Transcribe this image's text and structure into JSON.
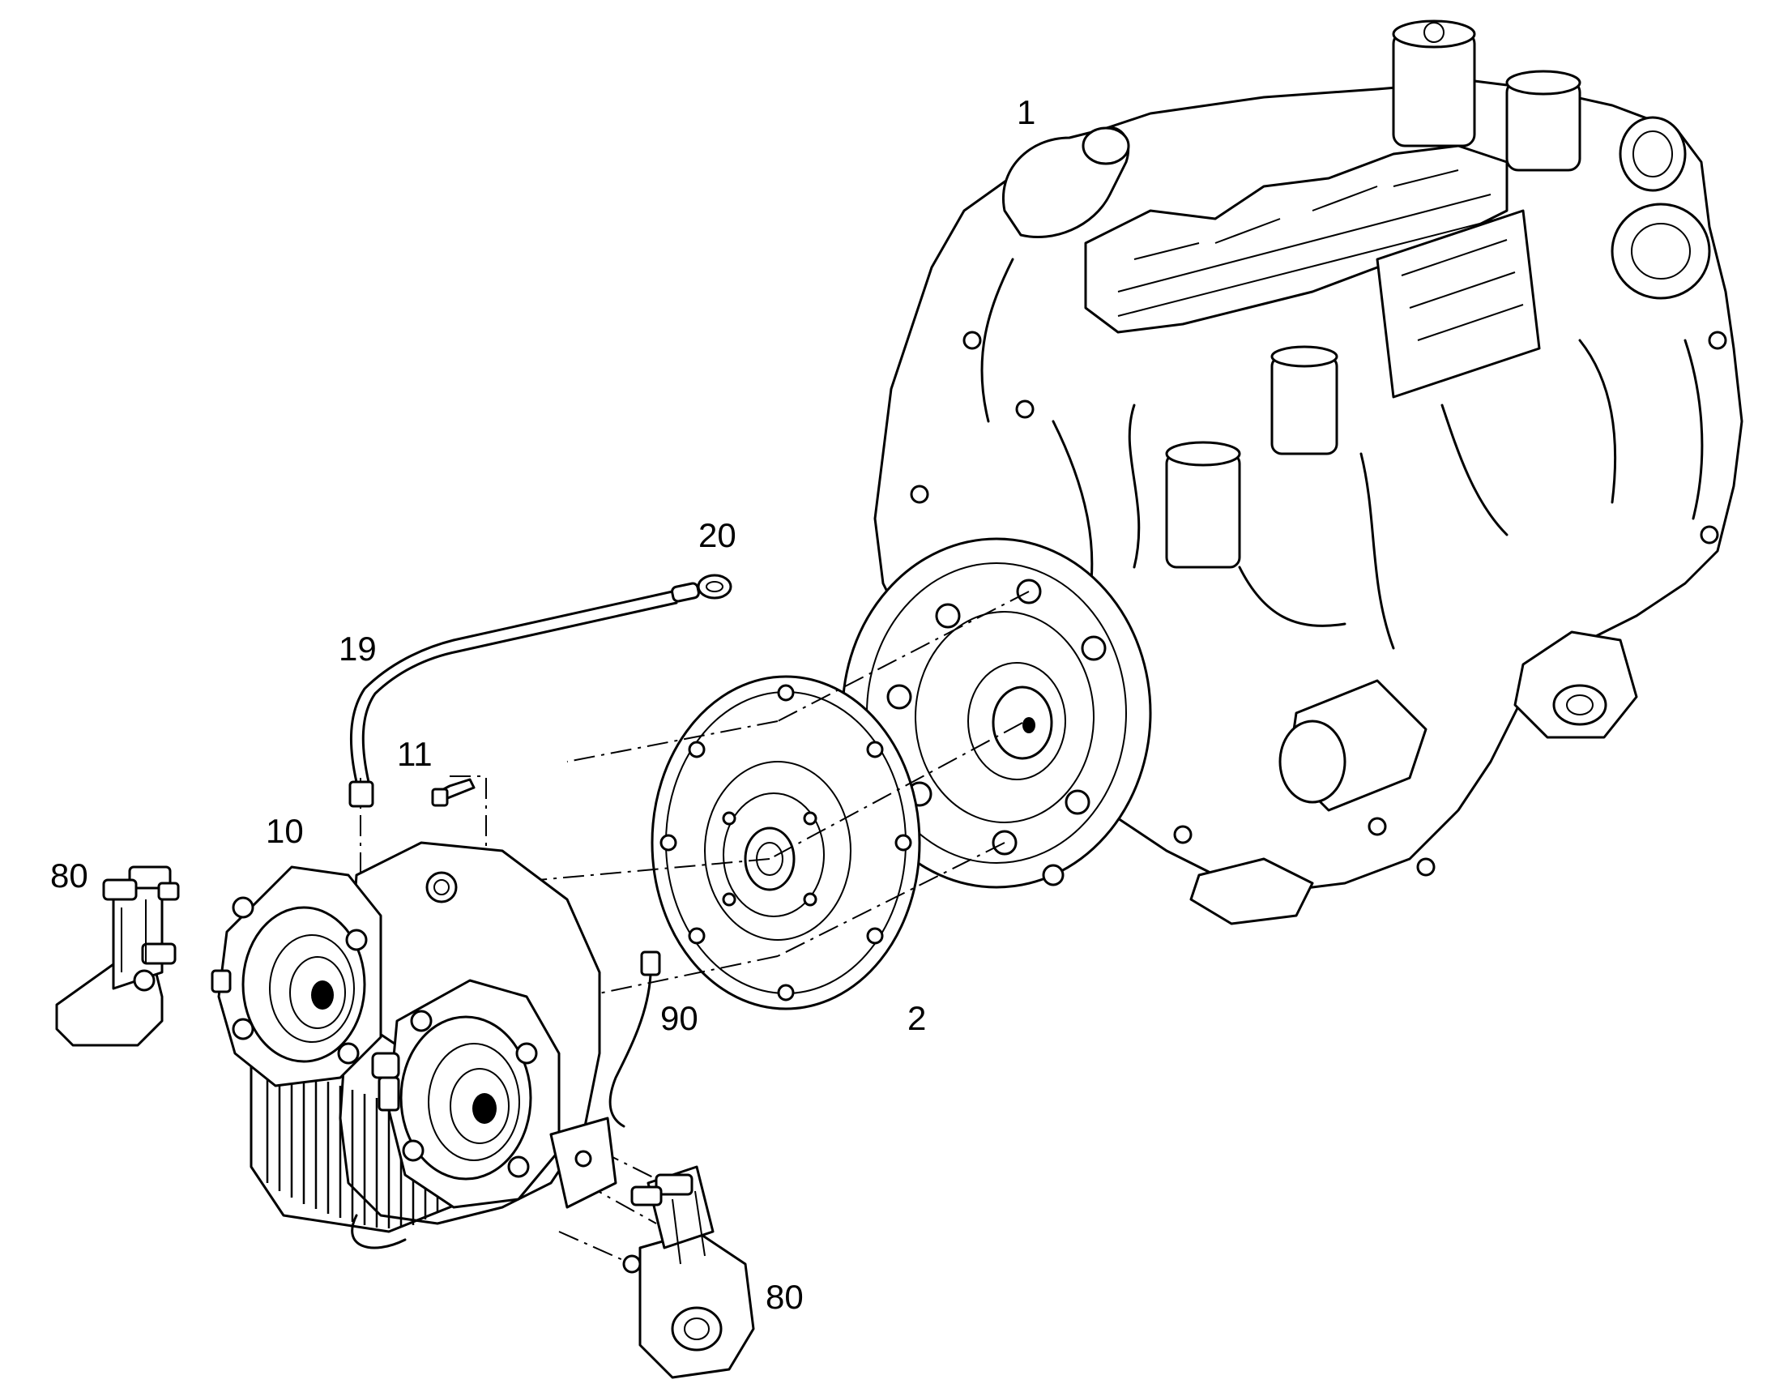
{
  "callouts": {
    "engine": "1",
    "flywheel": "2",
    "pump_housing": "10",
    "bolt": "11",
    "hose": "19",
    "cable": "20",
    "mount_left": "80",
    "mount_right": "80",
    "sensor": "90"
  }
}
